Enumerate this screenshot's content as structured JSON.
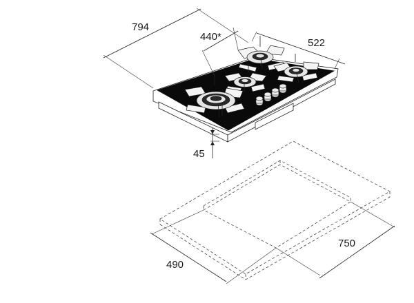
{
  "dimensions": {
    "total_width": "794",
    "burner_offset": "440*",
    "depth": "522",
    "height": "45",
    "cutout_width": "750",
    "cutout_depth": "490"
  }
}
